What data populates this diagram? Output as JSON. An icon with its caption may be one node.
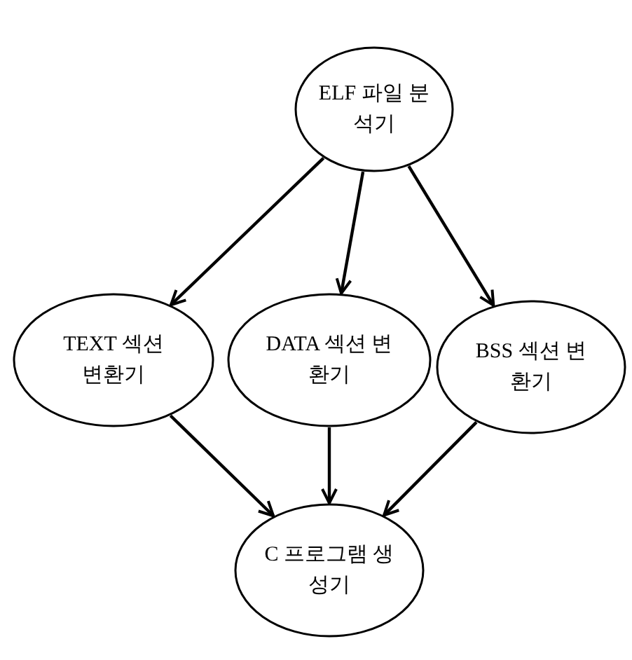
{
  "diagram": {
    "nodes": [
      {
        "text": [
          "ELF 파일 분석기"
        ]
      },
      {
        "text": [
          "TEXT 섹션 변환기"
        ]
      },
      {
        "text": [
          "DATA 섹션 변환기"
        ]
      },
      {
        "text": [
          "BSS 섹션 변환기"
        ]
      },
      {
        "text": [
          "C 프로그램 생성기"
        ]
      }
    ],
    "edges": [
      {
        "from": 0,
        "to": 1,
        "arrow": "to"
      },
      {
        "from": 0,
        "to": 2,
        "arrow": "to"
      },
      {
        "from": 0,
        "to": 3,
        "arrow": "to"
      },
      {
        "from": 1,
        "to": 4,
        "arrow": "to"
      },
      {
        "from": 2,
        "to": 4,
        "arrow": "to"
      },
      {
        "from": 3,
        "to": 4,
        "arrow": "to"
      }
    ]
  }
}
